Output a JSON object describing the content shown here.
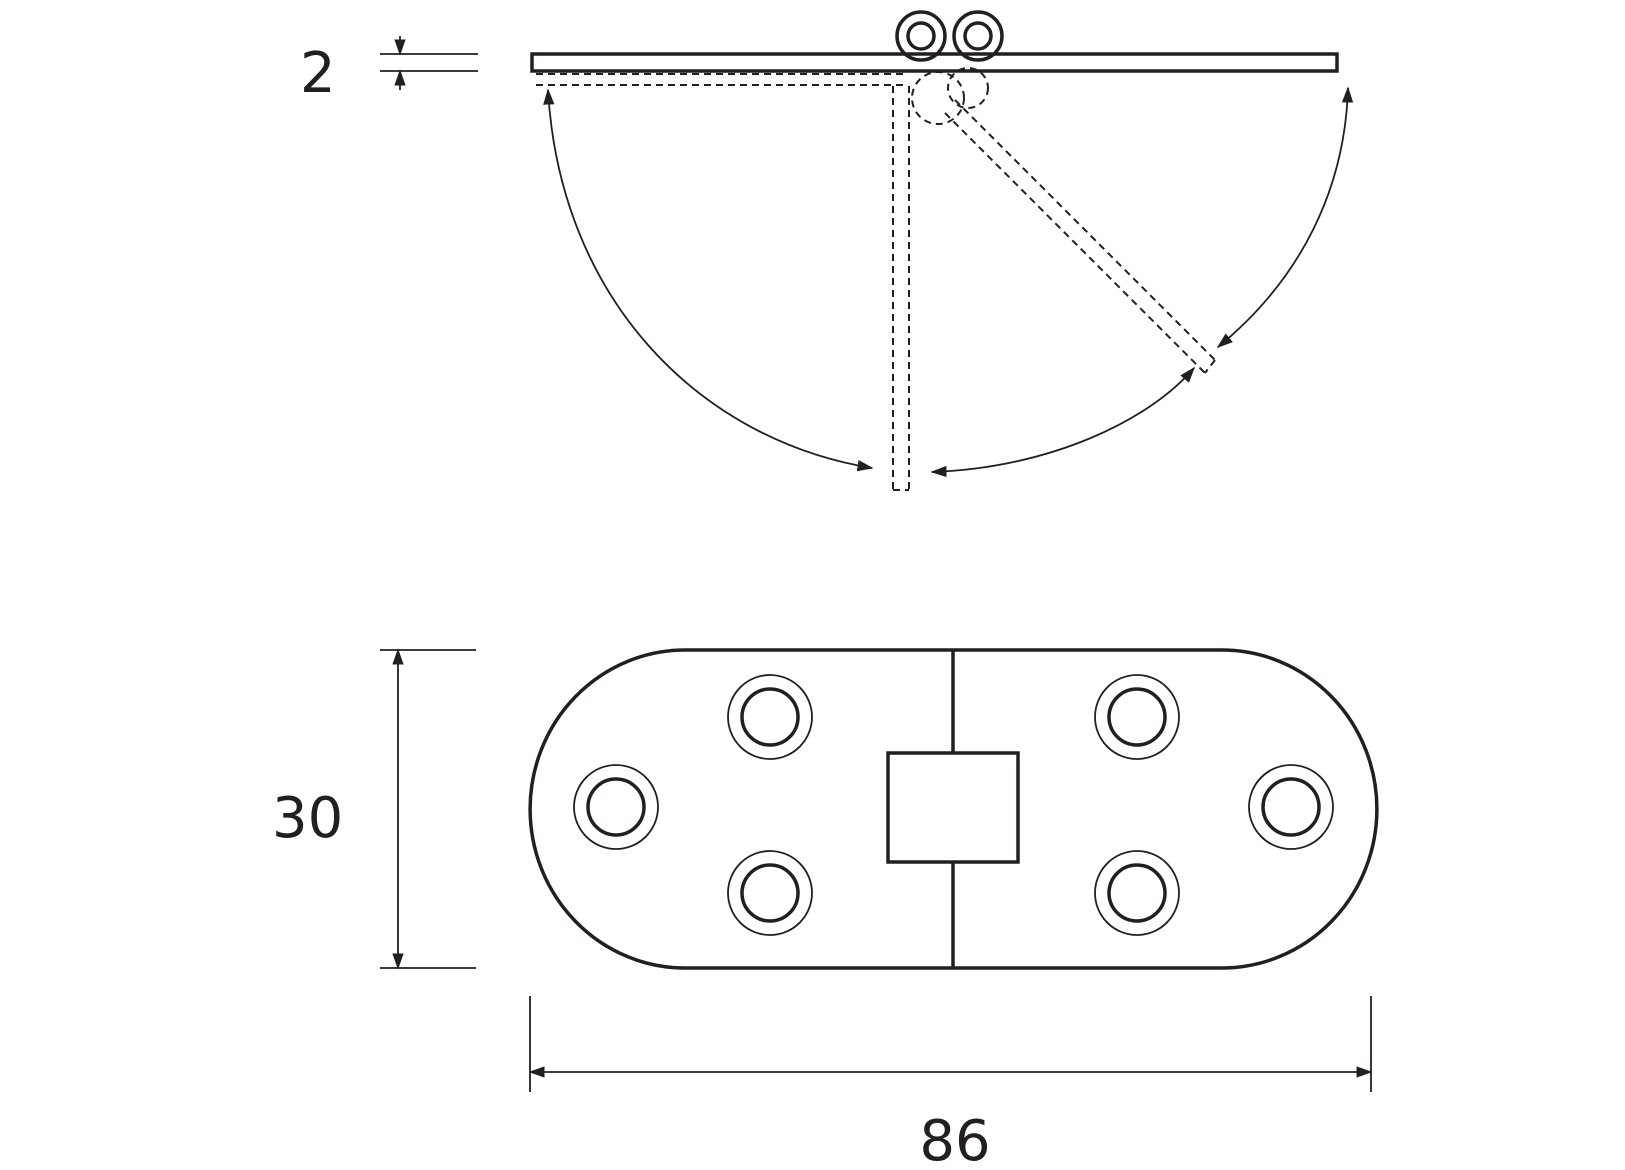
{
  "drawing": {
    "subject": "hinge",
    "dimensions": {
      "thickness": "2",
      "width": "30",
      "length": "86"
    },
    "line_color": "#231f20",
    "background_color": "#ffffff"
  }
}
